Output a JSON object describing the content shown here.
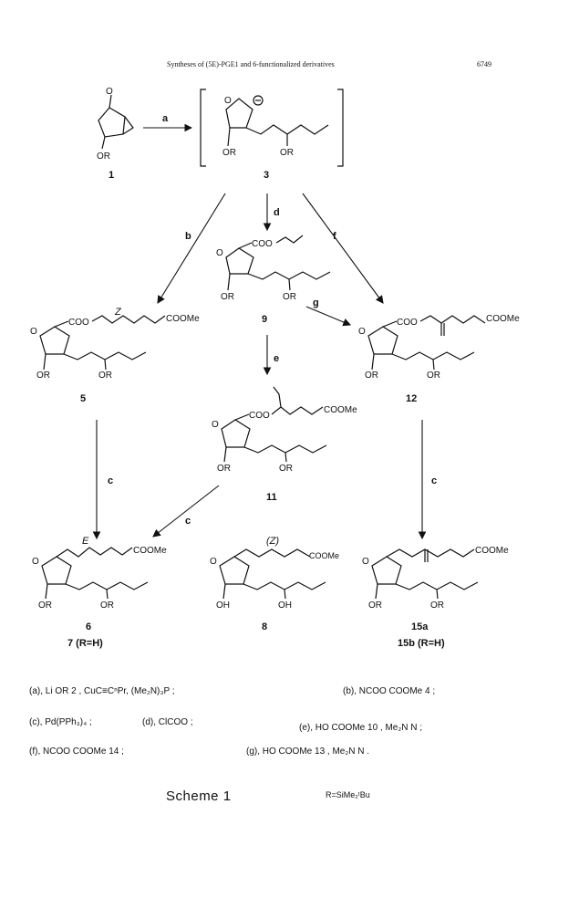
{
  "header": {
    "title": "Syntheses of (5E)-PGE1 and 6-functionalized derivatives",
    "page_number": "6749"
  },
  "compounds": {
    "c1": "1",
    "c3": "3",
    "c5": "5",
    "c9": "9",
    "c12": "12",
    "c11": "11",
    "c6": "6",
    "c7": "7 (R=H)",
    "c8": "8",
    "c15a": "15a",
    "c15b": "15b (R=H)"
  },
  "arrows": {
    "a": "a",
    "b": "b",
    "c": "c",
    "d": "d",
    "e": "e",
    "f": "f",
    "g": "g"
  },
  "stereo": {
    "z": "Z",
    "e": "E",
    "z8": "(Z)"
  },
  "groups": {
    "or": "OR",
    "oh": "OH",
    "coo": "COO",
    "coome": "COOMe",
    "cooallyl": "COO",
    "r": "R"
  },
  "reagents": [
    "(a), Li   OR   2 , CuC≡CⁿPr, (Me₂N)₃P ;",
    "(b),   NCOO      COOMe 4 ;",
    "(c), Pd(PPh₃)₄ ;",
    "(d), ClCOO    ;",
    "(e), HO      COOMe 10 , Me₂N    N ;",
    "(f),   NCOO      COOMe 14 ;",
    "(g), HO      COOMe 13 , Me₂N    N ."
  ],
  "caption": "Scheme 1",
  "r_definition": "R=SiMe₂ᵗBu"
}
